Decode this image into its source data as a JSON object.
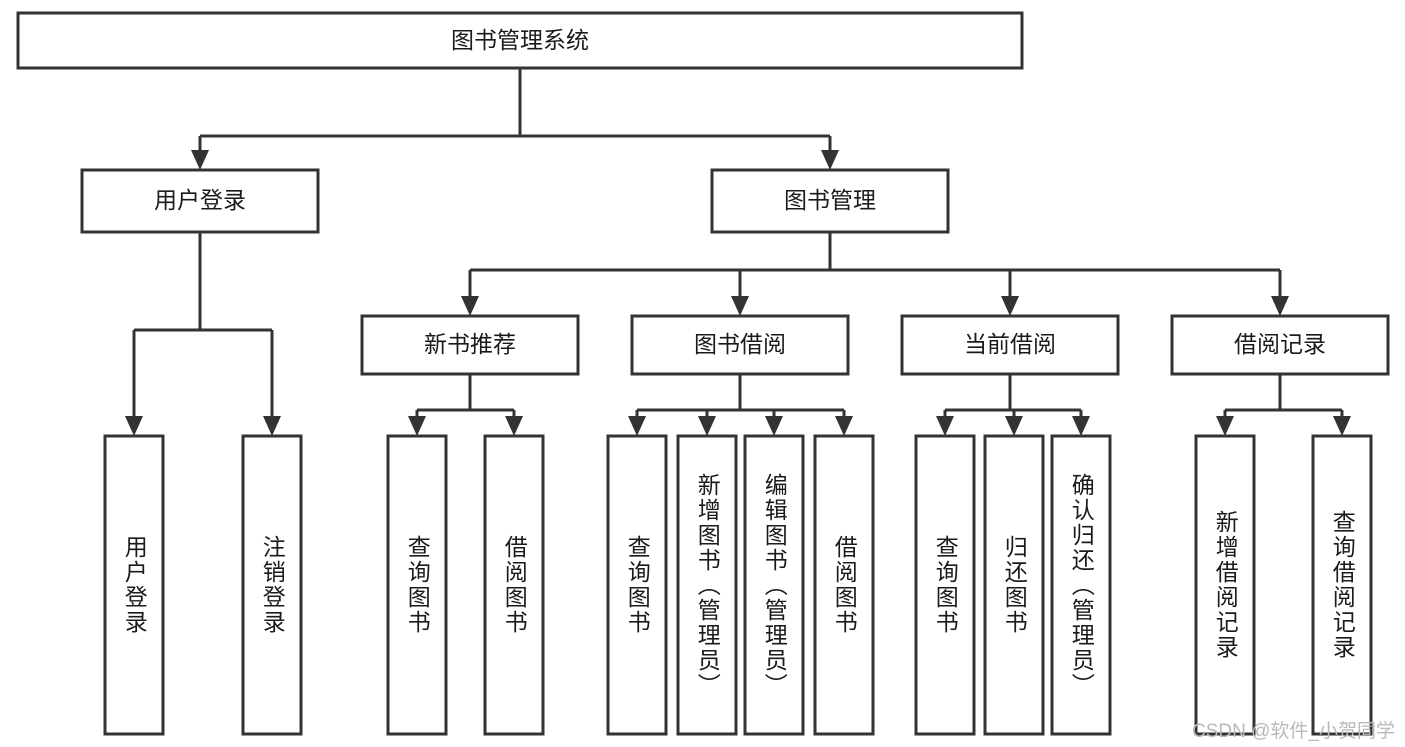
{
  "diagram": {
    "title": "图书管理系统",
    "type": "tree-hierarchy-diagram",
    "colors": {
      "box_fill": "#ffffff",
      "box_stroke": "#333333",
      "text": "#1b1b1b",
      "watermark": "#b9b9b9",
      "background": "#ffffff"
    },
    "root": {
      "label": "图书管理系统"
    },
    "level2": [
      {
        "label": "用户登录"
      },
      {
        "label": "图书管理"
      }
    ],
    "level3": [
      {
        "label": "新书推荐"
      },
      {
        "label": "图书借阅"
      },
      {
        "label": "当前借阅"
      },
      {
        "label": "借阅记录"
      }
    ],
    "leaves": {
      "user_login": [
        {
          "label": "用户登录"
        },
        {
          "label": "注销登录"
        }
      ],
      "new_book_recommend": [
        {
          "label": "查询图书"
        },
        {
          "label": "借阅图书"
        }
      ],
      "book_borrow": [
        {
          "label": "查询图书"
        },
        {
          "label": "新增图书（管理员）"
        },
        {
          "label": "编辑图书（管理员）"
        },
        {
          "label": "借阅图书"
        }
      ],
      "current_borrow": [
        {
          "label": "查询图书"
        },
        {
          "label": "归还图书"
        },
        {
          "label": "确认归还（管理员）"
        }
      ],
      "borrow_record": [
        {
          "label": "新增借阅记录"
        },
        {
          "label": "查询借阅记录"
        }
      ]
    }
  },
  "watermark": {
    "text": "CSDN @软件_小贺同学"
  }
}
